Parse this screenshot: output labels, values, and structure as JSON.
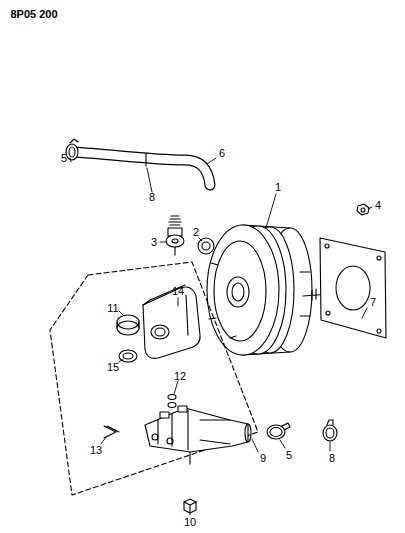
{
  "diagram": {
    "labels": [
      "8P05 200",
      "5",
      "6",
      "8",
      "3",
      "2",
      "4",
      "1",
      "7",
      "11",
      "14",
      "15",
      "12",
      "13",
      "9",
      "10",
      "5",
      "8"
    ]
  }
}
